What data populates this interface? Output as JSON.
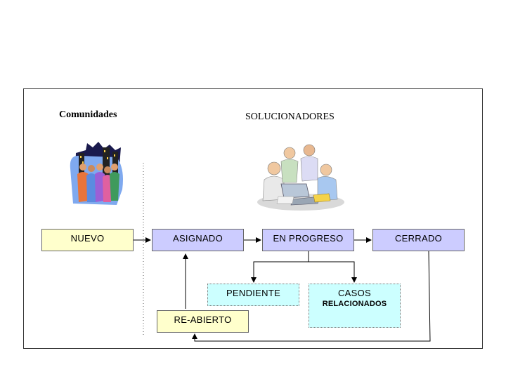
{
  "titles": {
    "communities": "Comunidades",
    "solvers": "SOLUCIONADORES"
  },
  "nodes": {
    "nuevo": "NUEVO",
    "asignado": "ASIGNADO",
    "en_progreso": "EN PROGRESO",
    "cerrado": "CERRADO",
    "pendiente": "PENDIENTE",
    "casos": "CASOS",
    "casos_sub": "RELACIONADOS",
    "reabierto": "RE-ABIERTO"
  },
  "colors": {
    "nuevo_fill": "#ffffcc",
    "state_fill": "#ccccff",
    "related_fill": "#ccffff",
    "reabierto_fill": "#ffffcc"
  }
}
